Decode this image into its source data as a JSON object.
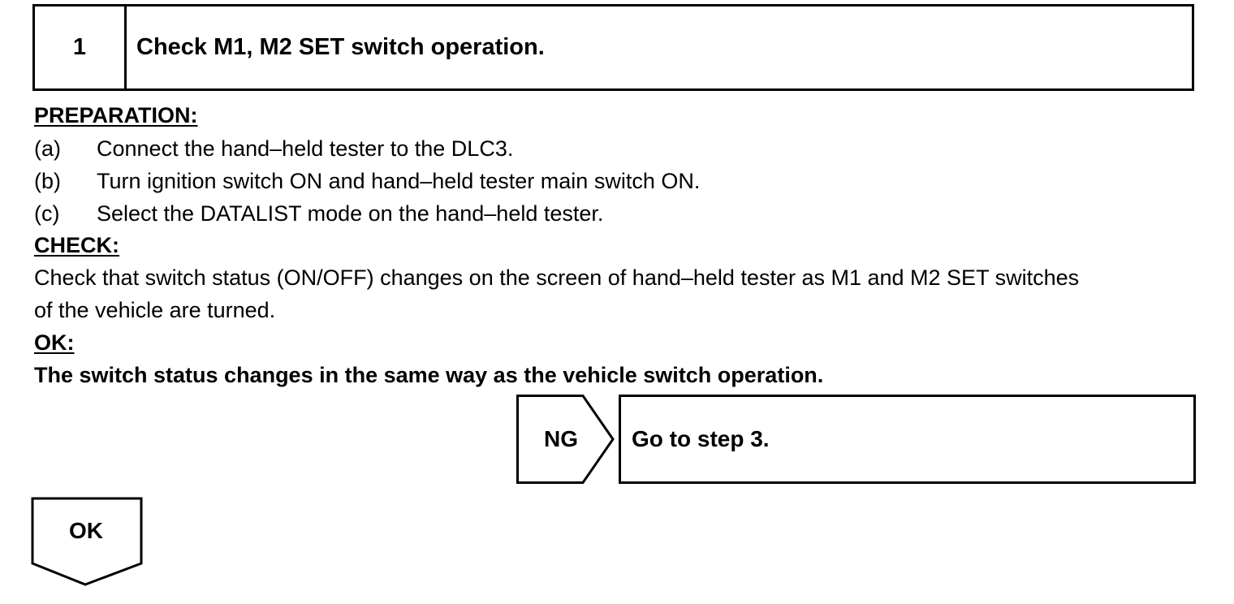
{
  "step": {
    "number": "1",
    "title": "Check M1, M2 SET switch operation."
  },
  "preparation": {
    "heading": "PREPARATION:",
    "items": [
      {
        "label": "(a)",
        "text": "Connect the hand–held tester to the DLC3."
      },
      {
        "label": "(b)",
        "text": "Turn ignition switch ON and hand–held tester main switch ON."
      },
      {
        "label": "(c)",
        "text": "Select the DATALIST mode on the hand–held tester."
      }
    ]
  },
  "check": {
    "heading": "CHECK:",
    "lines": [
      "Check that switch status (ON/OFF) changes on the screen of hand–held tester as M1 and M2 SET switches",
      "of the vehicle are turned."
    ]
  },
  "ok": {
    "heading": "OK:",
    "text": "The switch status changes in the same way as the vehicle switch operation."
  },
  "flow": {
    "ng_label": "NG",
    "ng_action": "Go to step 3.",
    "ok_label": "OK"
  }
}
